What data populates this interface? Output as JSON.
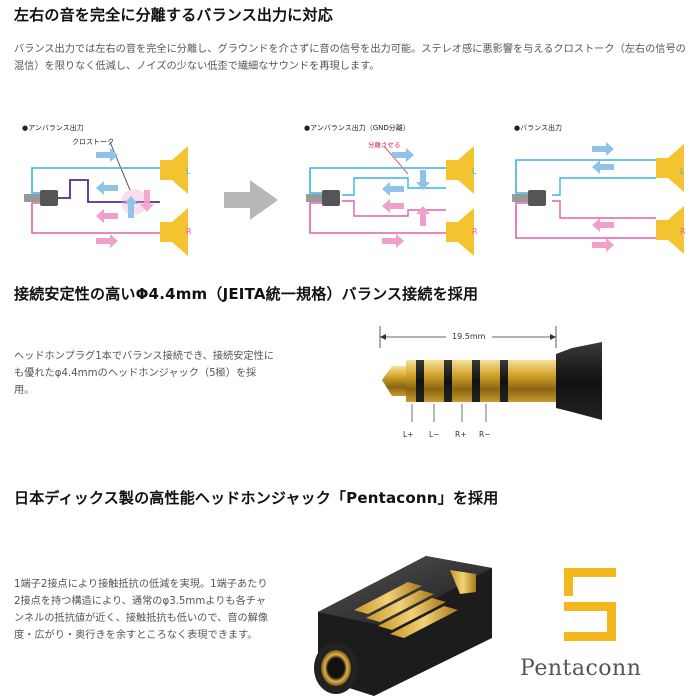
{
  "section1": {
    "heading": "左右の音を完全に分離するバランス出力に対応",
    "body": "バランス出力では左右の音を完全に分離し、グラウンドを介さずに音の信号を出力可能。ステレオ感に悪影響を与えるクロストーク（左右の信号の混信）を限りなく低減し、ノイズの少ない低歪で繊細なサウンドを再現します。",
    "diagrams": [
      {
        "title": "●アンバランス出力",
        "annotation": "クロストーク",
        "left_label": "L",
        "right_label": "R"
      },
      {
        "title": "●アンバランス出力（GND分離）",
        "annotation": "分離させる",
        "left_label": "L",
        "right_label": "R"
      },
      {
        "title": "●バランス出力",
        "left_label": "L",
        "right_label": "R"
      }
    ]
  },
  "section2": {
    "heading": "接続安定性の高いΦ4.4mm（JEITA統一規格）バランス接続を採用",
    "body": "ヘッドホンプラグ1本でバランス接続でき、接続安定性にも優れたφ4.4mmのヘッドホンジャック（5極）を採用。",
    "dimension": "19.5mm",
    "pins": [
      "L+",
      "L−",
      "R+",
      "R−"
    ]
  },
  "section3": {
    "heading": "日本ディックス製の高性能ヘッドホンジャック「Pentaconn」を採用",
    "body": "1端子2接点により接触抵抗の低減を実現。1端子あたり2接点を持つ構造により、通常のφ3.5mmよりも各チャンネルの抵抗値が近く、接触抵抗も低いので、音の解像度・広がり・奥行きを余すところなく表現できます。",
    "logo_text": "Pentaconn"
  },
  "colors": {
    "yellow": "#f4c430",
    "cyan": "#3cb4e0",
    "pink": "#e060a8",
    "purple": "#5a2a8a",
    "arrow_blue": "#8fc3ea",
    "arrow_pink": "#f0a0c8",
    "gray_arrow": "#b8b8b8",
    "red": "#e0245e",
    "gold": "#d4a52a"
  }
}
